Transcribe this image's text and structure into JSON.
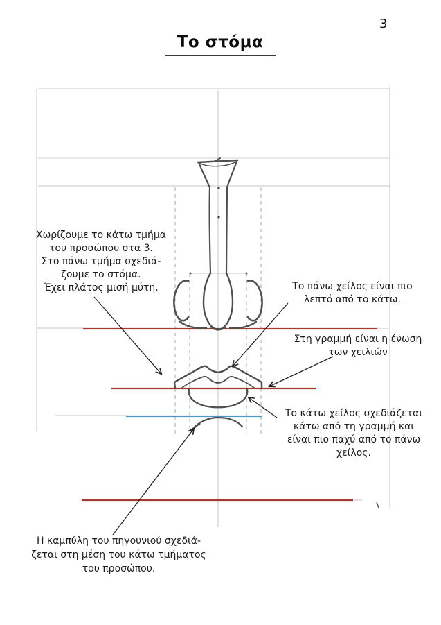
{
  "page": {
    "number": "3",
    "title": "Το στόμα"
  },
  "annotations": {
    "division": {
      "lines": [
        "Χωρίζουμε το κάτω τμήμα",
        "του προσώπου στα 3.",
        "Στο πάνω τμήμα σχεδιά-",
        "ζουμε το στόμα.",
        "Έχει πλάτος μισή μύτη."
      ]
    },
    "upper_lip": {
      "lines": [
        "Το πάνω χείλος είναι πιο",
        "λεπτό από το κάτω."
      ]
    },
    "lip_junction": {
      "lines": [
        "Στη γραμμή είναι η ένωση",
        "των χειλιών"
      ]
    },
    "lower_lip": {
      "lines": [
        "Το κάτω χείλος σχεδιάζεται",
        "κάτω από τη γραμμή και",
        "είναι πιο παχύ από το πάνω",
        "χείλος."
      ]
    },
    "chin": {
      "lines": [
        "Η καμπύλη του πηγουνιού σχεδιά-",
        "ζεται στη μέση του κάτω τμήματος",
        "του προσώπου."
      ]
    }
  },
  "colors": {
    "guide_red": "#a23a31",
    "guide_blue": "#4f95c8",
    "pencil_gray": "#4f4f4f",
    "construction_gray": "#c4c4c4",
    "text_black": "#1c1c1c"
  }
}
